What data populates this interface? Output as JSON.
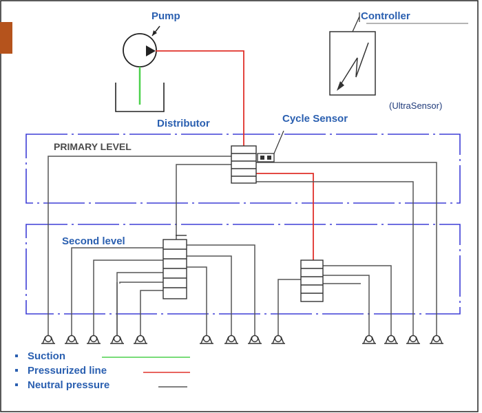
{
  "labels": {
    "pump": "Pump",
    "controller": "Controller",
    "ultrasensor": "(UltraSensor)",
    "distributor": "Distributor",
    "cycle_sensor": "Cycle Sensor",
    "primary_level": "PRIMARY LEVEL",
    "second_level": "Second  level"
  },
  "legend": [
    {
      "label": "Suction",
      "color": "#4cd14c"
    },
    {
      "label": "Pressurized line",
      "color": "#e0302a"
    },
    {
      "label": "Neutral pressure",
      "color": "#555555"
    }
  ],
  "colors": {
    "pressurized": "#e0302a",
    "suction": "#4cd14c",
    "neutral": "#555555",
    "level_boundary": "#3d3dd6",
    "text_blue": "#2a5fb0",
    "accent_tab": "#b5531c"
  }
}
